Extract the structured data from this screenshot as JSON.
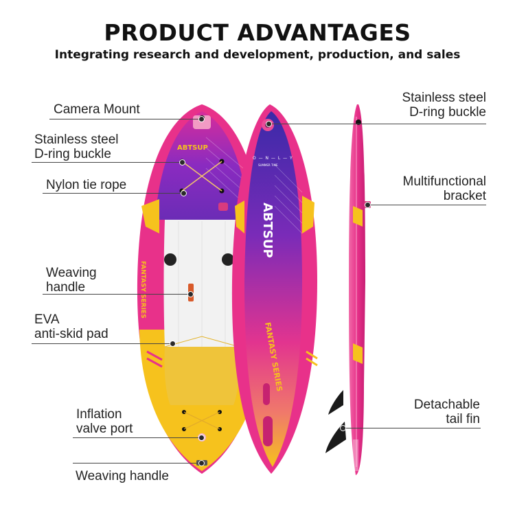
{
  "header": {
    "title": "PRODUCT ADVANTAGES",
    "subtitle": "Integrating research and development, production, and sales"
  },
  "callouts": {
    "camera_mount": "Camera Mount",
    "dring_left": [
      "Stainless steel",
      "D-ring buckle"
    ],
    "nylon_tie_rope": "Nylon tie rope",
    "weaving_handle_side": [
      "Weaving",
      "handle"
    ],
    "eva_pad": [
      "EVA",
      "anti-skid pad"
    ],
    "inflation_valve": [
      "Inflation",
      "valve port"
    ],
    "weaving_handle_bottom": "Weaving handle",
    "dring_right": [
      "Stainless steel",
      "D-ring buckle"
    ],
    "bracket": [
      "Multifunctional",
      "bracket"
    ],
    "tail_fin": [
      "Detachable",
      "tail fin"
    ]
  },
  "board_prints": {
    "brand": "ABTSUP",
    "series": "FANTASY SERIES",
    "only": "O — N — L — Y",
    "tagline": "SUMMER TIME"
  },
  "colors": {
    "pink": "#e8318a",
    "pink_light": "#f06aa8",
    "purple": "#7a27b8",
    "indigo": "#3f2aa8",
    "yellow": "#f6c21d",
    "pad_white": "#f2f2f2",
    "pad_yellow": "#efc43a"
  }
}
